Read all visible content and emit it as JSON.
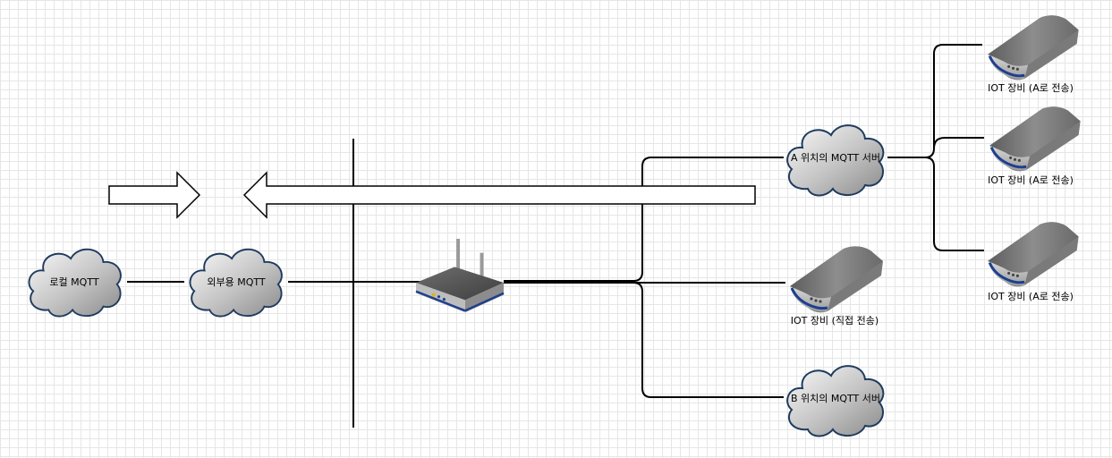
{
  "nodes": {
    "local_mqtt": "로컬 MQTT",
    "external_mqtt": "외부용 MQTT",
    "server_a": "A 위치의 MQTT 서버",
    "server_b": "B 위치의 MQTT 서버",
    "iot_direct": "IOT 장비 (직접 전송)",
    "iot_a_1": "IOT 장비 (A로 전송)",
    "iot_a_2": "IOT 장비 (A로 전송)",
    "iot_a_3": "IOT 장비 (A로 전송)"
  },
  "icons": {
    "cloud": "cloud-icon",
    "router": "wireless-router-icon",
    "device": "iot-device-icon",
    "arrow_right": "arrow-right-icon",
    "arrow_left": "arrow-left-icon"
  },
  "colors": {
    "cloud_outline": "#1f3b5e",
    "device_accent": "#1c3f8f",
    "router_led": "#e0b400",
    "line": "#000000"
  }
}
